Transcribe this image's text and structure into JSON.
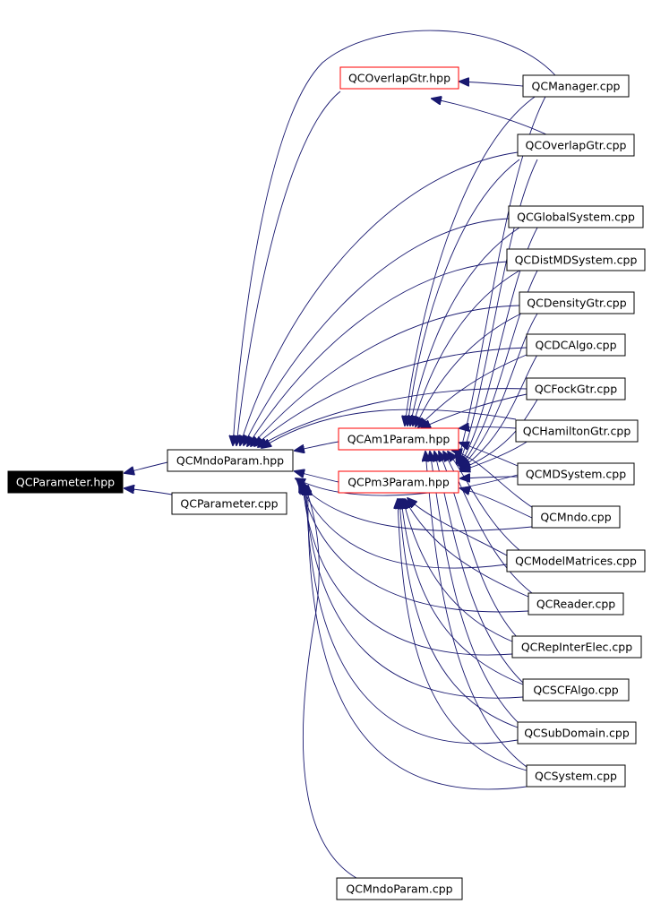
{
  "nodes": {
    "qcparameter_hpp": "QCParameter.hpp",
    "qcmndoparam_hpp": "QCMndoParam.hpp",
    "qcparameter_cpp": "QCParameter.cpp",
    "qcoverlapgtr_hpp": "QCOverlapGtr.hpp",
    "qcam1param_hpp": "QCAm1Param.hpp",
    "qcpm3param_hpp": "QCPm3Param.hpp",
    "qcmanager_cpp": "QCManager.cpp",
    "qcoverlapgtr_cpp": "QCOverlapGtr.cpp",
    "qcglobalsystem_cpp": "QCGlobalSystem.cpp",
    "qcdistmdsystem_cpp": "QCDistMDSystem.cpp",
    "qcdensitygtr_cpp": "QCDensityGtr.cpp",
    "qcdcalgo_cpp": "QCDCAlgo.cpp",
    "qcfockgtr_cpp": "QCFockGtr.cpp",
    "qchamiltongtr_cpp": "QCHamiltonGtr.cpp",
    "qcmdsystem_cpp": "QCMDSystem.cpp",
    "qcmndo_cpp": "QCMndo.cpp",
    "qcmodelmatrices_cpp": "QCModelMatrices.cpp",
    "qcreader_cpp": "QCReader.cpp",
    "qcrepinterelec_cpp": "QCRepInterElec.cpp",
    "qcscfalgo_cpp": "QCSCFAlgo.cpp",
    "qcsubdomain_cpp": "QCSubDomain.cpp",
    "qcsystem_cpp": "QCSystem.cpp",
    "qcmndoparam_cpp": "QCMndoParam.cpp"
  },
  "colors": {
    "edge": "#191970",
    "highlight_border": "#ff0000",
    "focus_fill": "#000000",
    "default_border": "#000000"
  }
}
